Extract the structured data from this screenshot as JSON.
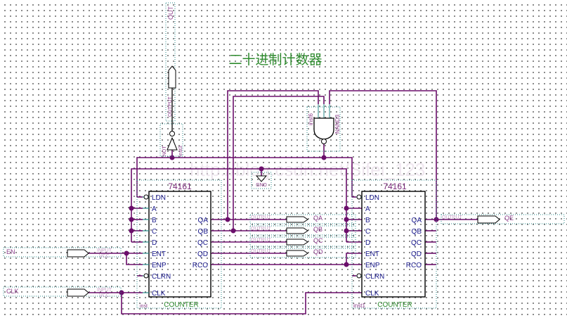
{
  "title": "二十进制计数器",
  "watermark": "http://blog.csdn.net/Sifei_123",
  "colors": {
    "wire": "#6b0f6b",
    "junction": "#6b0f6b",
    "text": "#1a1a8c",
    "title": "#2e8b2e",
    "label": "#8a3d8a",
    "box": "#2a8a8a",
    "counter": "#2e8b2e",
    "partname": "#7a2a7a"
  },
  "counters": [
    {
      "part": "74161",
      "inst": "inst",
      "type": "COUNTER",
      "left_pins": [
        "LDN",
        "A",
        "B",
        "C",
        "D",
        "ENT",
        "ENP",
        "CLRN",
        "CLK"
      ],
      "right_pins": [
        "QA",
        "QB",
        "QC",
        "QD",
        "RCO"
      ]
    },
    {
      "part": "74161",
      "inst": "inst1",
      "type": "COUNTER",
      "left_pins": [
        "LDN",
        "A",
        "B",
        "C",
        "D",
        "ENT",
        "ENP",
        "CLRN",
        "CLK"
      ],
      "right_pins": [
        "QA",
        "QB",
        "QC",
        "QD",
        "RCO"
      ]
    }
  ],
  "inputs": [
    {
      "name": "EN",
      "type": "INPUT",
      "default": "VCC"
    },
    {
      "name": "CLK",
      "type": "INPUT",
      "default": "VCC"
    }
  ],
  "outputs": [
    {
      "name": "QA",
      "type": "OUTPUT"
    },
    {
      "name": "QB",
      "type": "OUTPUT"
    },
    {
      "name": "QC",
      "type": "OUTPUT"
    },
    {
      "name": "QD",
      "type": "OUTPUT"
    },
    {
      "name": "QE",
      "type": "OUTPUT"
    },
    {
      "name": "OUT",
      "type": "OUTPUT"
    }
  ],
  "gates": [
    {
      "type": "NAND3",
      "inst": "inst6"
    },
    {
      "type": "NOT",
      "inst": "inst3"
    }
  ],
  "gnd": {
    "label": "GND"
  }
}
